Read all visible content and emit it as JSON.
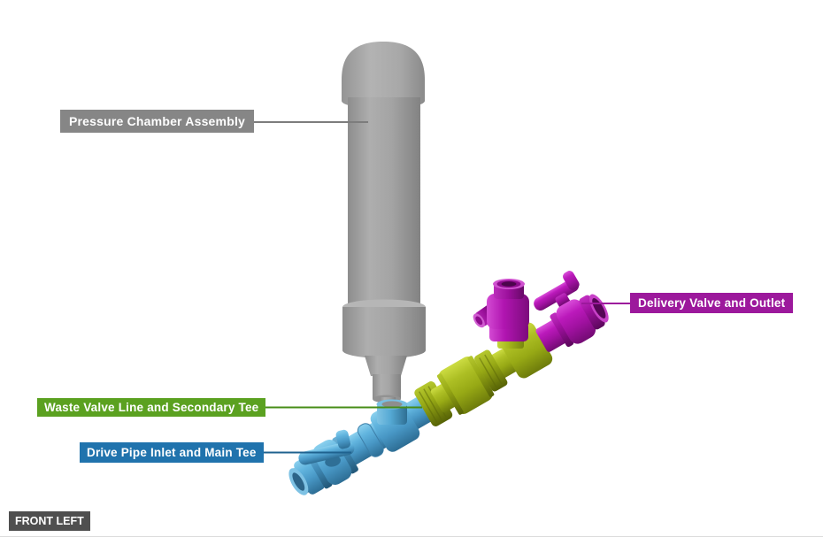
{
  "scene": {
    "orientation_label": "FRONT LEFT",
    "background": "#ffffff",
    "viewport_edge_color": "#dcdcdc"
  },
  "callouts": [
    {
      "id": "pressure-chamber",
      "text": "Pressure Chamber Assembly",
      "box_color": "#868686",
      "leader_color": "#7d7d7d"
    },
    {
      "id": "delivery-valve",
      "text": "Delivery Valve and Outlet",
      "box_color": "#9c199c",
      "leader_color": "#9c199c"
    },
    {
      "id": "waste-valve",
      "text": "Waste Valve Line and Secondary Tee",
      "box_color": "#5ba120",
      "leader_color": "#478c17"
    },
    {
      "id": "drive-pipe",
      "text": "Drive Pipe Inlet and Main Tee",
      "box_color": "#2073ad",
      "leader_color": "#1f628f"
    }
  ],
  "parts": [
    {
      "name": "Pressure Chamber Assembly",
      "color": "#a2a2a2"
    },
    {
      "name": "Delivery Valve and Outlet",
      "color": "#b117b1"
    },
    {
      "name": "Waste Valve Line and Secondary Tee",
      "color": "#a4b51d"
    },
    {
      "name": "Drive Pipe Inlet and Main Tee",
      "color": "#55a9d4"
    }
  ]
}
